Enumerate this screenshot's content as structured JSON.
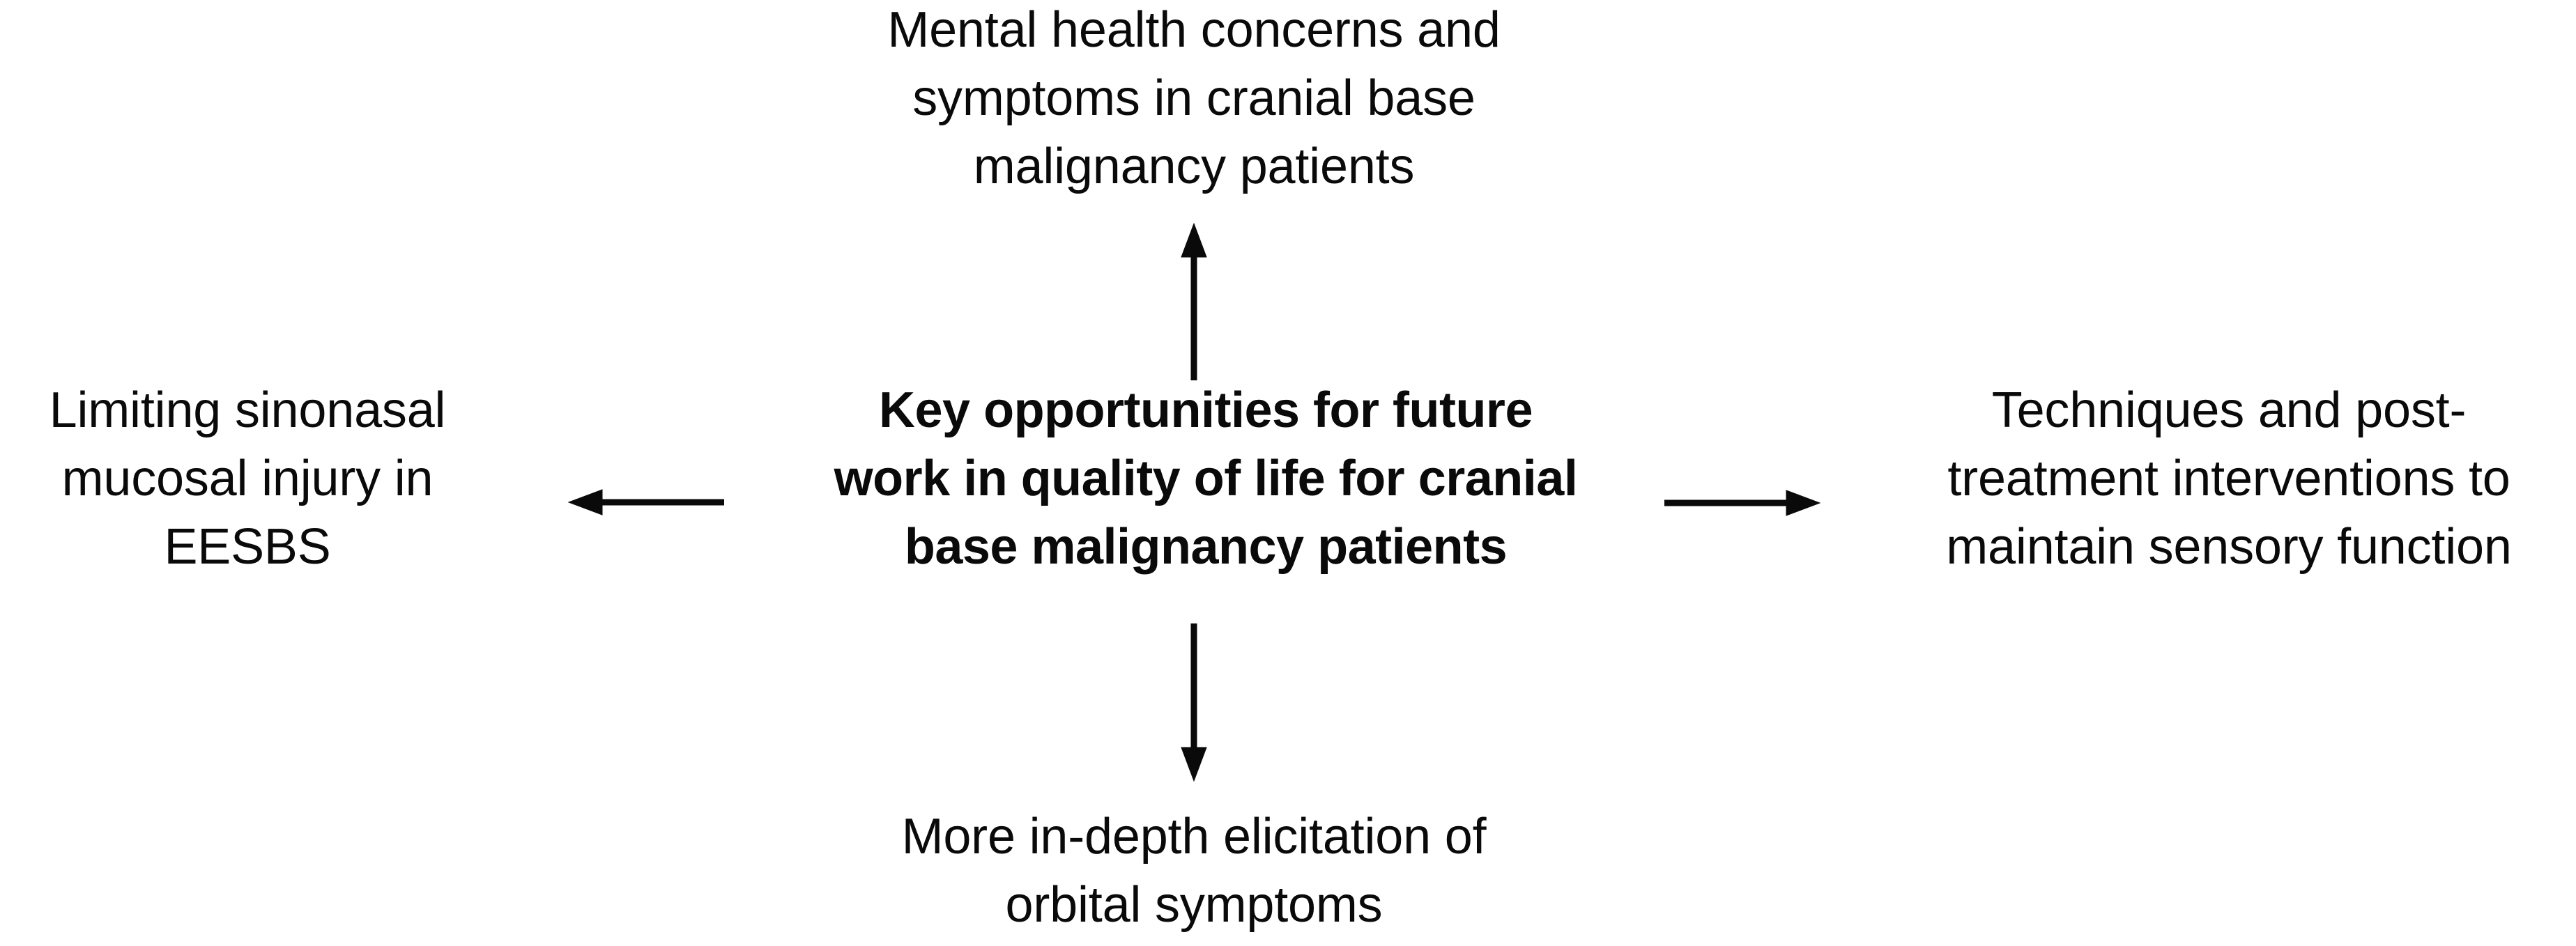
{
  "diagram": {
    "type": "four-way-radial-concept-map",
    "background_color": "#ffffff",
    "text_color": "#0a0a0a",
    "center": {
      "text": "Key opportunities for future\nwork in quality of life for cranial\nbase malignancy patients",
      "emphasis": "bold"
    },
    "branches": {
      "top": {
        "text": "Mental health concerns and\nsymptoms in cranial base\nmalignancy patients",
        "arrow": "up-arrow",
        "direction": "center-to-top"
      },
      "left": {
        "text": "Limiting sinonasal\nmucosal injury in\nEESBS",
        "arrow": "left-arrow",
        "direction": "center-to-left"
      },
      "right": {
        "text": "Techniques and post-\ntreatment interventions to\nmaintain sensory function",
        "arrow": "right-arrow",
        "direction": "center-to-right"
      },
      "bottom": {
        "text": "More in-depth elicitation of\norbital symptoms",
        "arrow": "down-arrow",
        "direction": "center-to-bottom"
      }
    }
  }
}
